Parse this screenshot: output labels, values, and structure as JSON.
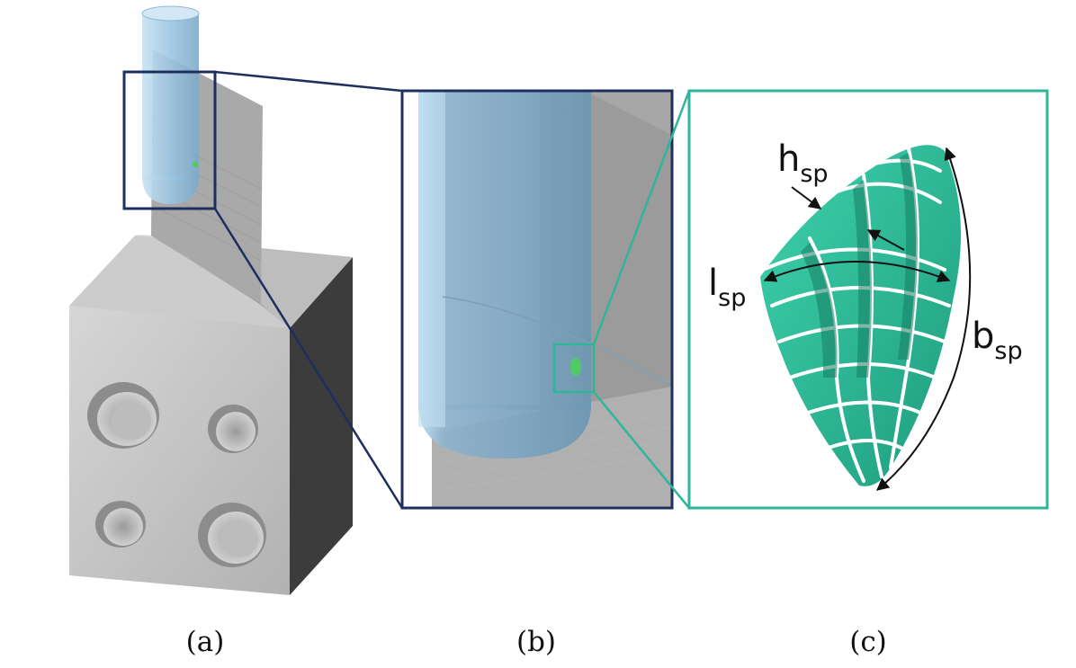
{
  "captions": {
    "a": "(a)",
    "b": "(b)",
    "c": "(c)"
  },
  "labels": {
    "h": {
      "main": "h",
      "sub": "sp"
    },
    "l": {
      "main": "l",
      "sub": "sp"
    },
    "b": {
      "main": "b",
      "sub": "sp"
    }
  },
  "colors": {
    "zoom_frame_b": "#1c2f5e",
    "zoom_frame_c": "#2fb59a",
    "tool": "#9cc6e0",
    "workpiece_light": "#c9c9c9",
    "workpiece_mid": "#a8a8a8",
    "workpiece_dark": "#3a3a3a",
    "chip": "#2bbf9c",
    "chip_dark": "#1c8c70",
    "highlight": "#4ccf5a"
  }
}
